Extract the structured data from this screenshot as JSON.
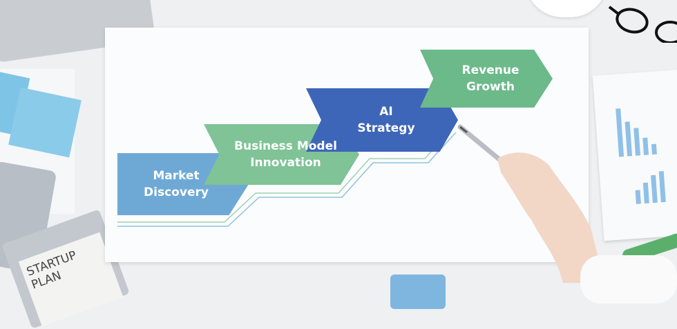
{
  "diagram": {
    "steps": [
      {
        "label": "Market\nDiscovery",
        "color": "#6ea9d6"
      },
      {
        "label": "Business Model\nInnovation",
        "color": "#7fc396"
      },
      {
        "label": "AI\nStrategy",
        "color": "#3d66b8"
      },
      {
        "label": "Revenue\nGrowth",
        "color": "#6cb98a"
      }
    ]
  },
  "desk": {
    "clipboard_text": "STARTUP\nPLAN"
  }
}
